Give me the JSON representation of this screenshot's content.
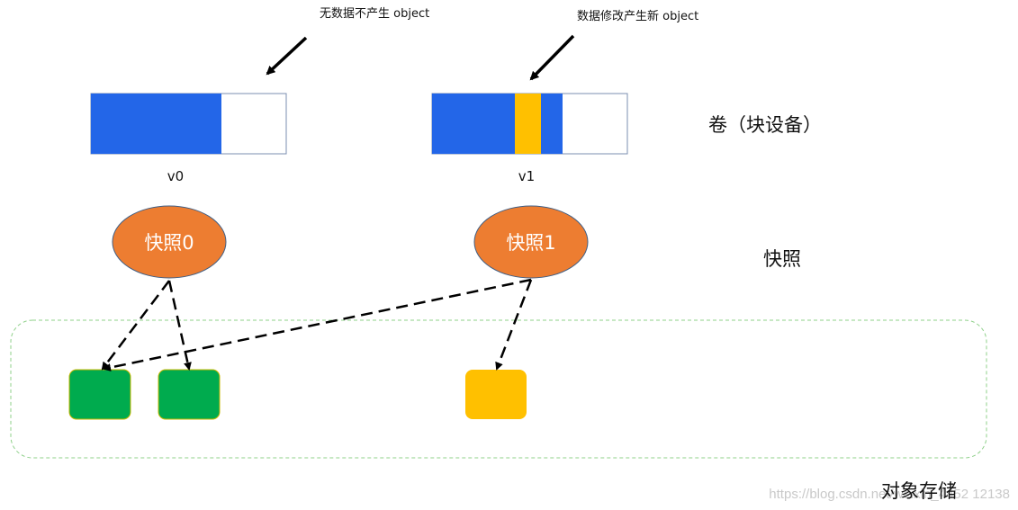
{
  "annotations": {
    "no_data": "无数据不产生 object",
    "modified": "数据修改产生新 object"
  },
  "volumes": [
    {
      "label": "v0"
    },
    {
      "label": "v1"
    }
  ],
  "snapshots": [
    {
      "label": "快照0"
    },
    {
      "label": "快照1"
    }
  ],
  "layers": {
    "volume": "卷（块设备）",
    "snapshot": "快照",
    "object_store": "对象存储"
  },
  "watermark": "https://blog.csdn.net/weixin_4452 12138",
  "colors": {
    "blue": "#2366e8",
    "orange": "#ed7d31",
    "green": "#00ab4e",
    "yellow": "#ffc000",
    "dashed_border": "#8fd08a"
  }
}
